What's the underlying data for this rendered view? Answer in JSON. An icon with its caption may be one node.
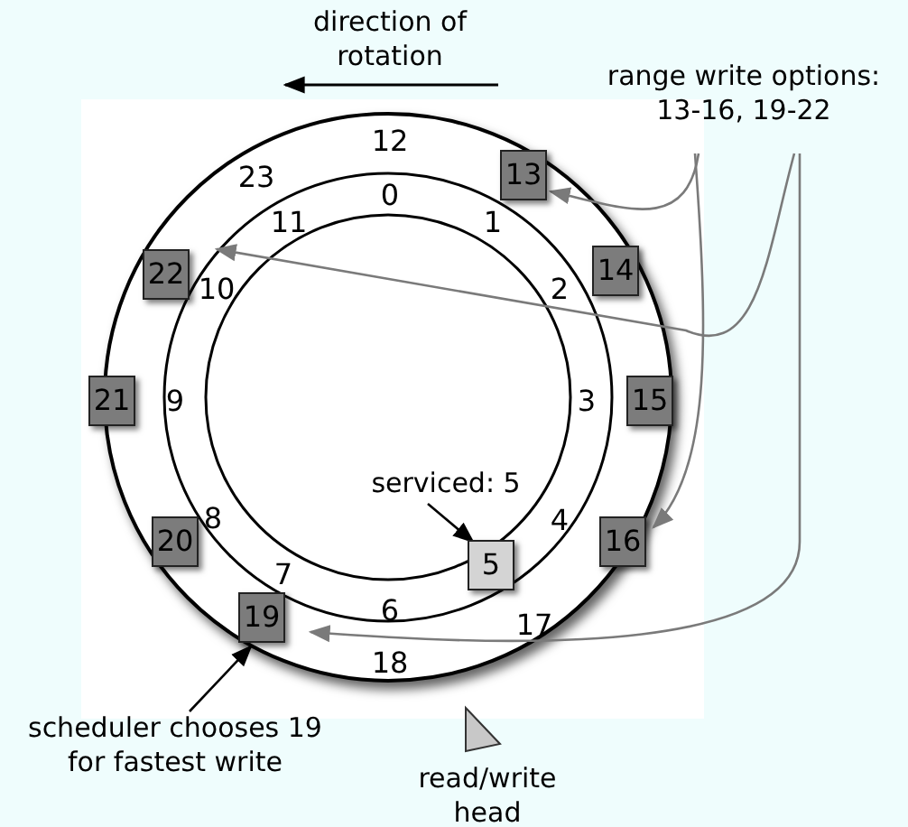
{
  "diagram": {
    "nodes": [
      {
        "text": [
          "range write options: 13-16, 19-22"
        ]
      },
      {
        "text": [
          "13"
        ]
      },
      {
        "text": [
          "14"
        ]
      },
      {
        "text": [
          "22"
        ]
      },
      {
        "text": [
          "21"
        ]
      },
      {
        "text": [
          "15"
        ]
      },
      {
        "text": [
          "20"
        ]
      },
      {
        "text": [
          "16"
        ]
      },
      {
        "text": [
          "serviced: 5"
        ]
      },
      {
        "text": [
          "5"
        ]
      },
      {
        "text": [
          "19"
        ]
      },
      {
        "text": [
          "scheduler chooses 19 for fastest write"
        ]
      },
      {
        "text": [
          "read/write head"
        ]
      }
    ],
    "edges": [
      {
        "from": 0,
        "to": 1,
        "arrow": "to"
      },
      {
        "from": 0,
        "to": 3,
        "arrow": "to"
      },
      {
        "from": 0,
        "to": 7,
        "arrow": "to"
      },
      {
        "from": 0,
        "to": 10,
        "arrow": "to"
      },
      {
        "from": 8,
        "to": 9,
        "arrow": "to",
        "color": "#000000"
      },
      {
        "from": 11,
        "to": 10,
        "arrow": "to",
        "color": "#000000"
      }
    ],
    "labels": [
      "direction of rotation",
      "12",
      "23",
      "0",
      "11",
      "1",
      "10",
      "2",
      "9",
      "3",
      "8",
      "4",
      "7",
      "6",
      "17",
      "18"
    ]
  }
}
